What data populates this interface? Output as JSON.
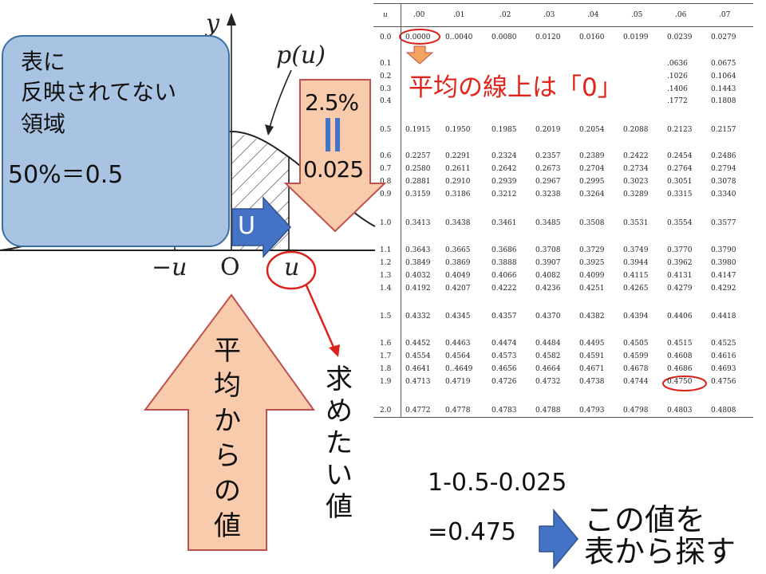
{
  "graph": {
    "y_axis_label": "y",
    "curve_label": "p(u)",
    "neg_u_label": "−u",
    "origin_label": "O",
    "u_label": "u"
  },
  "box_not_in_table": {
    "line1": "表に",
    "line2": "反映されてない",
    "line3": "領域",
    "line4": "50%＝0.5"
  },
  "u_arrow_label": "U",
  "down_arrow": {
    "top": "2.5%",
    "eq": "||",
    "bottom": "0.025"
  },
  "up_arrow_text": "平均からの値",
  "want_value_text": "求めたい値",
  "mean_line_note": "平均の線上は「0」",
  "calc": {
    "line1": "1-0.5-0.025",
    "line2": "=0.475"
  },
  "search_note": {
    "line1": "この値を",
    "line2": "表から探す"
  },
  "ztable": {
    "corner": "u",
    "columns": [
      ".00",
      ".01",
      ".02",
      ".03",
      ".04",
      ".05",
      ".06",
      ".07"
    ],
    "rows": [
      {
        "u": "0.0",
        "vals": [
          "0.0000",
          "0..0040",
          "0.0080",
          "0.0120",
          "0.0160",
          "0.0199",
          "0.0239",
          "0.0279"
        ]
      },
      {
        "u": "0.1",
        "vals": [
          "",
          "",
          "",
          "",
          "",
          "",
          ".0636",
          "0.0675"
        ]
      },
      {
        "u": "0.2",
        "vals": [
          "",
          "",
          "",
          "",
          "",
          "",
          ".1026",
          "0.1064"
        ]
      },
      {
        "u": "0.3",
        "vals": [
          "",
          "",
          "",
          "",
          "",
          "",
          ".1406",
          "0.1443"
        ]
      },
      {
        "u": "0.4",
        "vals": [
          "",
          "",
          "",
          "",
          "",
          "",
          ".1772",
          "0.1808"
        ]
      },
      {
        "u": "0.5",
        "vals": [
          "0.1915",
          "0.1950",
          "0.1985",
          "0.2019",
          "0.2054",
          "0.2088",
          "0.2123",
          "0.2157"
        ]
      },
      {
        "u": "0.6",
        "vals": [
          "0.2257",
          "0.2291",
          "0.2324",
          "0.2357",
          "0.2389",
          "0.2422",
          "0.2454",
          "0.2486"
        ]
      },
      {
        "u": "0.7",
        "vals": [
          "0.2580",
          "0.2611",
          "0.2642",
          "0.2673",
          "0.2704",
          "0.2734",
          "0.2764",
          "0.2794"
        ]
      },
      {
        "u": "0.8",
        "vals": [
          "0.2881",
          "0.2910",
          "0.2939",
          "0.2967",
          "0.2995",
          "0.3023",
          "0.3051",
          "0.3078"
        ]
      },
      {
        "u": "0.9",
        "vals": [
          "0.3159",
          "0.3186",
          "0.3212",
          "0.3238",
          "0.3264",
          "0.3289",
          "0.3315",
          "0.3340"
        ]
      },
      {
        "u": "1.0",
        "vals": [
          "0.3413",
          "0.3438",
          "0.3461",
          "0.3485",
          "0.3508",
          "0.3531",
          "0.3554",
          "0.3577"
        ]
      },
      {
        "u": "1.1",
        "vals": [
          "0.3643",
          "0.3665",
          "0.3686",
          "0.3708",
          "0.3729",
          "0.3749",
          "0.3770",
          "0.3790"
        ]
      },
      {
        "u": "1.2",
        "vals": [
          "0.3849",
          "0.3869",
          "0.3888",
          "0.3907",
          "0.3925",
          "0.3944",
          "0.3962",
          "0.3980"
        ]
      },
      {
        "u": "1.3",
        "vals": [
          "0.4032",
          "0.4049",
          "0.4066",
          "0.4082",
          "0.4099",
          "0.4115",
          "0.4131",
          "0.4147"
        ]
      },
      {
        "u": "1.4",
        "vals": [
          "0.4192",
          "0.4207",
          "0.4222",
          "0.4236",
          "0.4251",
          "0.4265",
          "0.4279",
          "0.4292"
        ]
      },
      {
        "u": "1.5",
        "vals": [
          "0.4332",
          "0.4345",
          "0.4357",
          "0.4370",
          "0.4382",
          "0.4394",
          "0.4406",
          "0.4418"
        ]
      },
      {
        "u": "1.6",
        "vals": [
          "0.4452",
          "0.4463",
          "0.4474",
          "0.4484",
          "0.4495",
          "0.4505",
          "0.4515",
          "0.4525"
        ]
      },
      {
        "u": "1.7",
        "vals": [
          "0.4554",
          "0.4564",
          "0.4573",
          "0.4582",
          "0.4591",
          "0.4599",
          "0.4608",
          "0.4616"
        ]
      },
      {
        "u": "1.8",
        "vals": [
          "0.4641",
          "0..4649",
          "0.4656",
          "0.4664",
          "0.4671",
          "0.4678",
          "0.4686",
          "0.4693"
        ]
      },
      {
        "u": "1.9",
        "vals": [
          "0.4713",
          "0.4719",
          "0.4726",
          "0.4732",
          "0.4738",
          "0.4744",
          "0.4750",
          "0.4756"
        ]
      },
      {
        "u": "2.0",
        "vals": [
          "0.4772",
          "0.4778",
          "0.4783",
          "0.4788",
          "0.4793",
          "0.4798",
          "0.4803",
          "0.4808"
        ]
      }
    ]
  },
  "colors": {
    "box_fill": "#a9c4e3",
    "box_stroke": "#3d6fa3",
    "arrow_fill": "#f8cbad",
    "arrow_stroke": "#c0504d",
    "blue_arrow": "#4472c4",
    "red_text": "#e0241b",
    "sep_blue": "#4472c4"
  }
}
